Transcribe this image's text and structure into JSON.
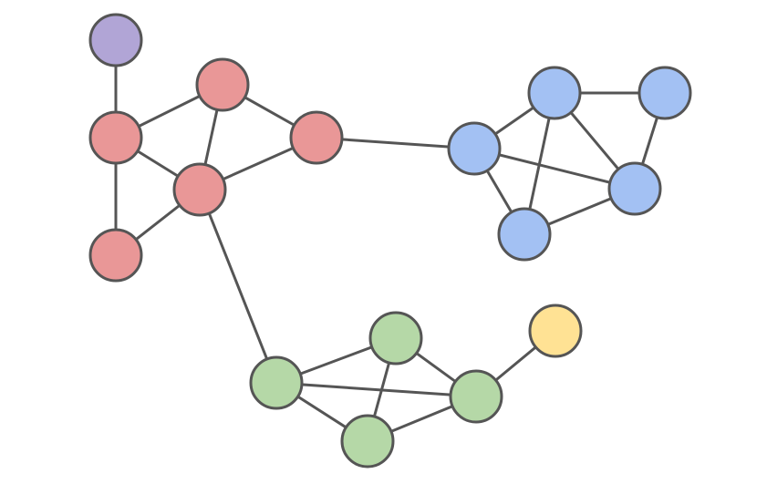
{
  "colors": {
    "edge": "#555555",
    "outline": "#555555",
    "background": "#ffffff"
  },
  "clusters": [
    {
      "name": "purple",
      "color": "#b1a5d6"
    },
    {
      "name": "red",
      "color": "#e99797"
    },
    {
      "name": "blue",
      "color": "#a3c1f3"
    },
    {
      "name": "green",
      "color": "#b5d8a7"
    },
    {
      "name": "yellow",
      "color": "#ffe294"
    }
  ],
  "nodes": [
    {
      "id": "p1",
      "cluster": "purple"
    },
    {
      "id": "r1",
      "cluster": "red"
    },
    {
      "id": "r2",
      "cluster": "red"
    },
    {
      "id": "r3",
      "cluster": "red"
    },
    {
      "id": "r4",
      "cluster": "red"
    },
    {
      "id": "r5",
      "cluster": "red"
    },
    {
      "id": "b1",
      "cluster": "blue"
    },
    {
      "id": "b2",
      "cluster": "blue"
    },
    {
      "id": "b3",
      "cluster": "blue"
    },
    {
      "id": "b4",
      "cluster": "blue"
    },
    {
      "id": "b5",
      "cluster": "blue"
    },
    {
      "id": "g1",
      "cluster": "green"
    },
    {
      "id": "g2",
      "cluster": "green"
    },
    {
      "id": "g3",
      "cluster": "green"
    },
    {
      "id": "g4",
      "cluster": "green"
    },
    {
      "id": "y1",
      "cluster": "yellow"
    }
  ],
  "edges": [
    [
      "p1",
      "r2"
    ],
    [
      "r2",
      "r1"
    ],
    [
      "r2",
      "r4"
    ],
    [
      "r2",
      "r5"
    ],
    [
      "r1",
      "r3"
    ],
    [
      "r1",
      "r4"
    ],
    [
      "r3",
      "r4"
    ],
    [
      "r4",
      "r5"
    ],
    [
      "r3",
      "b1"
    ],
    [
      "r4",
      "g1"
    ],
    [
      "b1",
      "b2"
    ],
    [
      "b1",
      "b4"
    ],
    [
      "b1",
      "b5"
    ],
    [
      "b2",
      "b3"
    ],
    [
      "b2",
      "b4"
    ],
    [
      "b2",
      "b5"
    ],
    [
      "b3",
      "b4"
    ],
    [
      "b4",
      "b5"
    ],
    [
      "g1",
      "g2"
    ],
    [
      "g1",
      "g3"
    ],
    [
      "g1",
      "g4"
    ],
    [
      "g2",
      "g3"
    ],
    [
      "g2",
      "g4"
    ],
    [
      "g3",
      "g4"
    ],
    [
      "g3",
      "y1"
    ]
  ]
}
